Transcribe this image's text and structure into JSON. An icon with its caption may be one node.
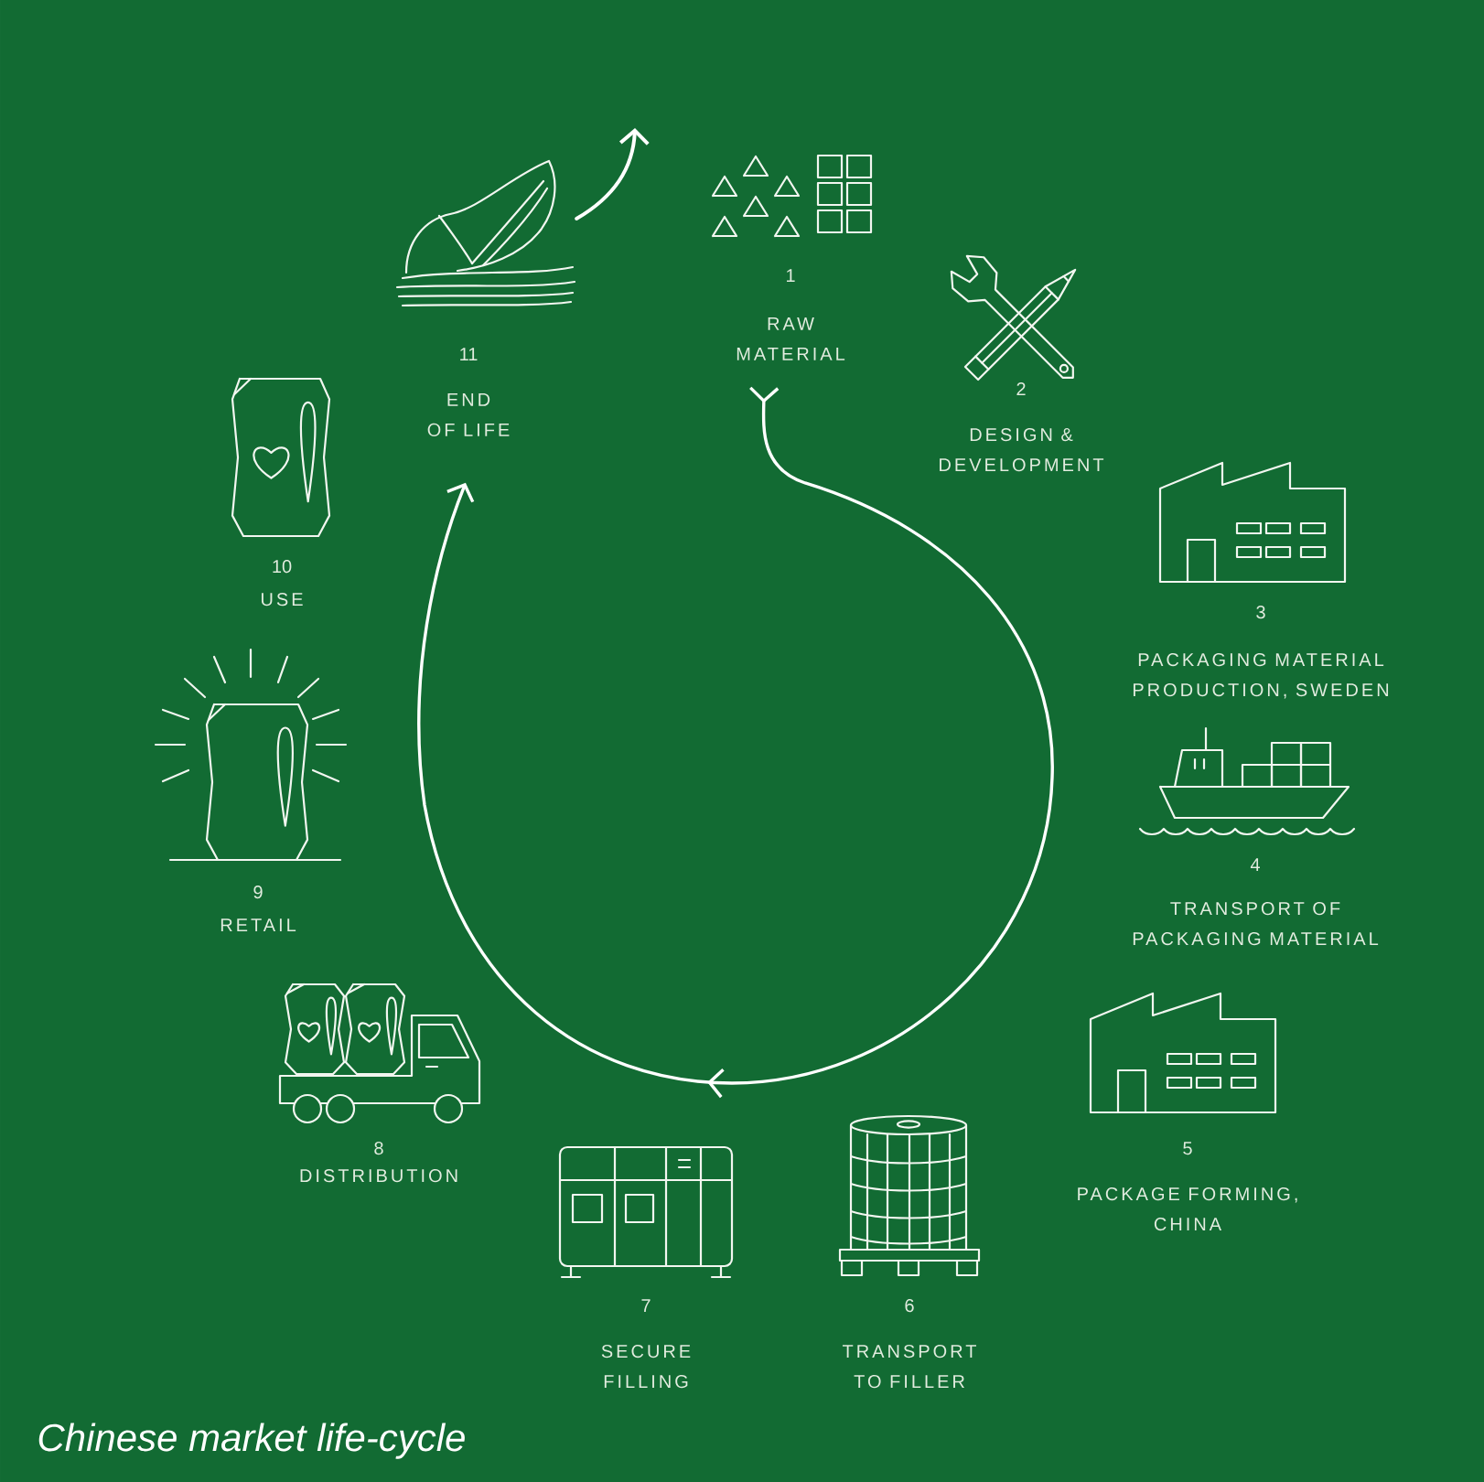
{
  "diagram": {
    "caption": "Chinese market life-cycle",
    "nodes": [
      {
        "text": [
          "1",
          "RAW MATERIAL"
        ]
      },
      {
        "text": [
          "2",
          "DESIGN & DEVELOPMENT"
        ]
      },
      {
        "text": [
          "3",
          "PACKAGING MATERIAL PRODUCTION, SWEDEN"
        ]
      },
      {
        "text": [
          "4",
          "TRANSPORT OF PACKAGING MATERIAL"
        ]
      },
      {
        "text": [
          "5",
          "PACKAGE FORMING, CHINA"
        ]
      },
      {
        "text": [
          "6",
          "TRANSPORT TO FILLER"
        ]
      },
      {
        "text": [
          "7",
          "SECURE FILLING"
        ]
      },
      {
        "text": [
          "8",
          "DISTRIBUTION"
        ]
      },
      {
        "text": [
          "9",
          "RETAIL"
        ]
      },
      {
        "text": [
          "10",
          "USE"
        ]
      },
      {
        "text": [
          "11",
          "END OF LIFE"
        ]
      }
    ],
    "edges": [
      {
        "from": 0,
        "to": 10,
        "arrow": "to"
      },
      {
        "from": 10,
        "to": null,
        "arrow": "to"
      }
    ]
  }
}
